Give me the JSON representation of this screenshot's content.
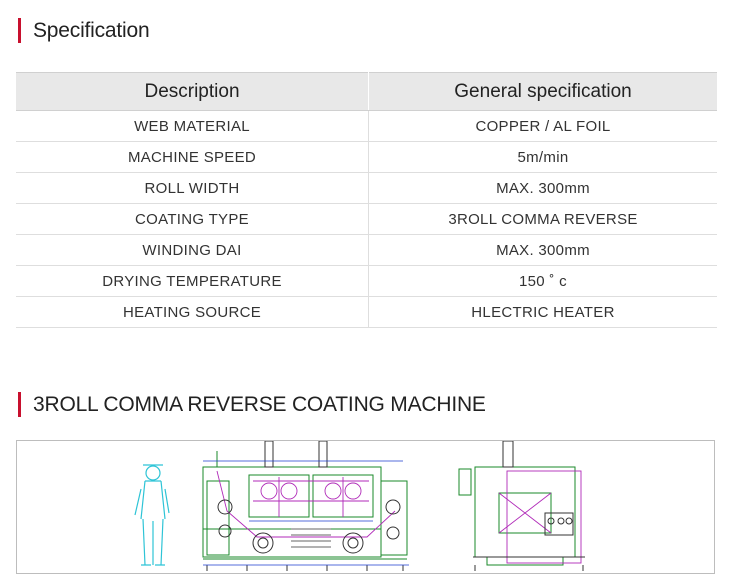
{
  "specification": {
    "title": "Specification",
    "headers": [
      "Description",
      "General specification"
    ],
    "rows": [
      {
        "description": "WEB MATERIAL",
        "value": "COPPER / AL FOIL"
      },
      {
        "description": "MACHINE SPEED",
        "value": "5m/min"
      },
      {
        "description": "ROLL WIDTH",
        "value": "MAX. 300mm"
      },
      {
        "description": "COATING TYPE",
        "value": "3ROLL COMMA REVERSE"
      },
      {
        "description": "WINDING DAI",
        "value": "MAX. 300mm"
      },
      {
        "description": "DRYING TEMPERATURE",
        "value": "150 ˚ c"
      },
      {
        "description": "HEATING SOURCE",
        "value": "HLECTRIC HEATER"
      }
    ]
  },
  "machine": {
    "title": "3ROLL COMMA REVERSE COATING MACHINE",
    "drawing": "machine-technical-drawing"
  },
  "colors": {
    "accent": "#c8102e",
    "header_bg": "#e8e8e8"
  }
}
